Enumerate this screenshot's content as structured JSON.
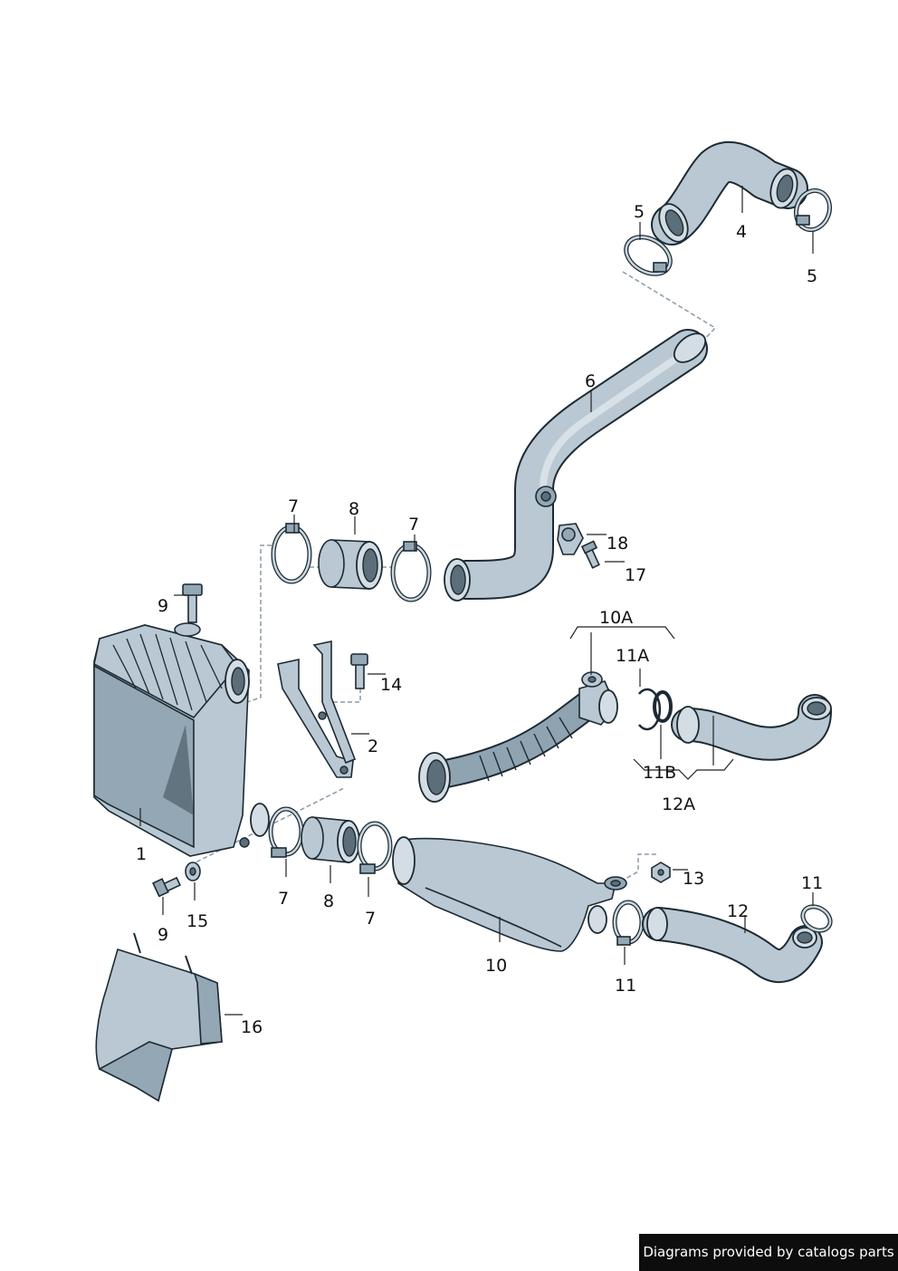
{
  "labels": {
    "l1": "1",
    "l2": "2",
    "l4": "4",
    "l5a": "5",
    "l5b": "5",
    "l6": "6",
    "l7a": "7",
    "l7b": "7",
    "l7c": "7",
    "l7d": "7",
    "l8a": "8",
    "l8b": "8",
    "l9a": "9",
    "l9b": "9",
    "l10": "10",
    "l10a": "10A",
    "l11a": "11",
    "l11b": "11",
    "l11A": "11A",
    "l11B": "11B",
    "l12": "12",
    "l12a": "12A",
    "l13": "13",
    "l14": "14",
    "l15": "15",
    "l16": "16",
    "l17": "17",
    "l18": "18"
  },
  "credit": "Diagrams provided by catalogs parts"
}
